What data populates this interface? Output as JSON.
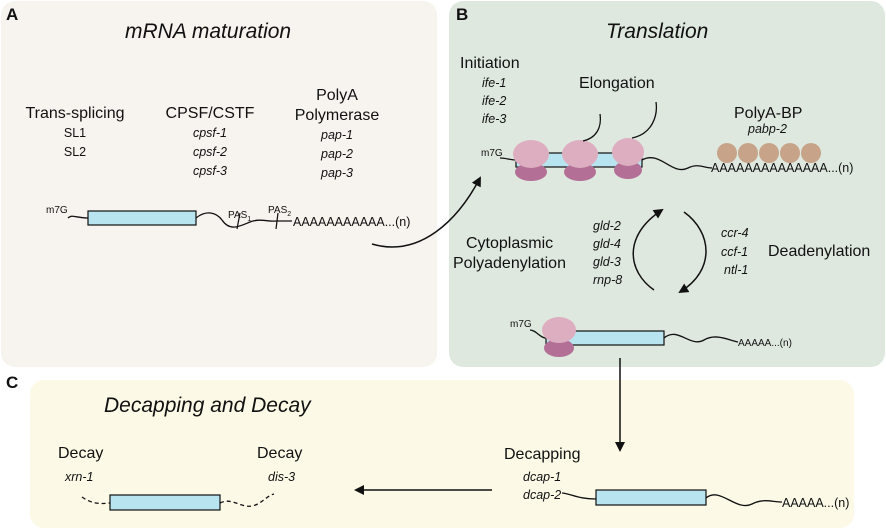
{
  "panels": {
    "a": {
      "letter": "A",
      "title": "mRNA maturation",
      "transsplicing": {
        "heading": "Trans-splicing",
        "items": [
          "SL1",
          "SL2"
        ]
      },
      "cpsf": {
        "heading": "CPSF/CSTF",
        "genes": [
          "cpsf-1",
          "cpsf-2",
          "cpsf-3"
        ]
      },
      "polya": {
        "heading_line1": "PolyA",
        "heading_line2": "Polymerase",
        "genes": [
          "pap-1",
          "pap-2",
          "pap-3"
        ]
      },
      "mrna": {
        "cap": "m7G",
        "pas1": "PAS",
        "pas1_sub": "1",
        "pas2": "PAS",
        "pas2_sub": "2",
        "tail": "AAAAAAAAAAA...(n)"
      },
      "colors": {
        "background": "#f7f3ee"
      }
    },
    "b": {
      "letter": "B",
      "title": "Translation",
      "initiation": {
        "heading": "Initiation",
        "genes": [
          "ife-1",
          "ife-2",
          "ife-3"
        ]
      },
      "elongation": {
        "heading": "Elongation"
      },
      "polyabp": {
        "heading": "PolyA-BP",
        "gene": "pabp-2"
      },
      "mrna_top": {
        "cap": "m7G",
        "tail": "AAAAAAAAAAAAAA...(n)"
      },
      "cytoplasmic": {
        "line1": "Cytoplasmic",
        "line2": "Polyadenylation",
        "genes": [
          "gld-2",
          "gld-4",
          "gld-3",
          "rnp-8"
        ]
      },
      "deadenylation": {
        "heading": "Deadenylation",
        "genes": [
          "ccr-4",
          "ccf-1",
          "ntl-1"
        ]
      },
      "mrna_bottom": {
        "cap": "m7G",
        "tail": "AAAAA...(n)"
      },
      "colors": {
        "background": "#dfe8df"
      }
    },
    "c": {
      "letter": "C",
      "title": "Decapping and Decay",
      "decay_left": {
        "heading": "Decay",
        "gene": "xrn-1"
      },
      "decay_right": {
        "heading": "Decay",
        "gene": "dis-3"
      },
      "decapping": {
        "heading": "Decapping",
        "genes": [
          "dcap-1",
          "dcap-2"
        ]
      },
      "mrna": {
        "tail": "AAAAA...(n)"
      },
      "colors": {
        "background": "#fcf9e6"
      }
    }
  },
  "colors": {
    "orf": "#b8e4f0",
    "ribosome_large": "#ddaec0",
    "ribosome_small": "#b36f95",
    "pabp": "#c7a489"
  }
}
